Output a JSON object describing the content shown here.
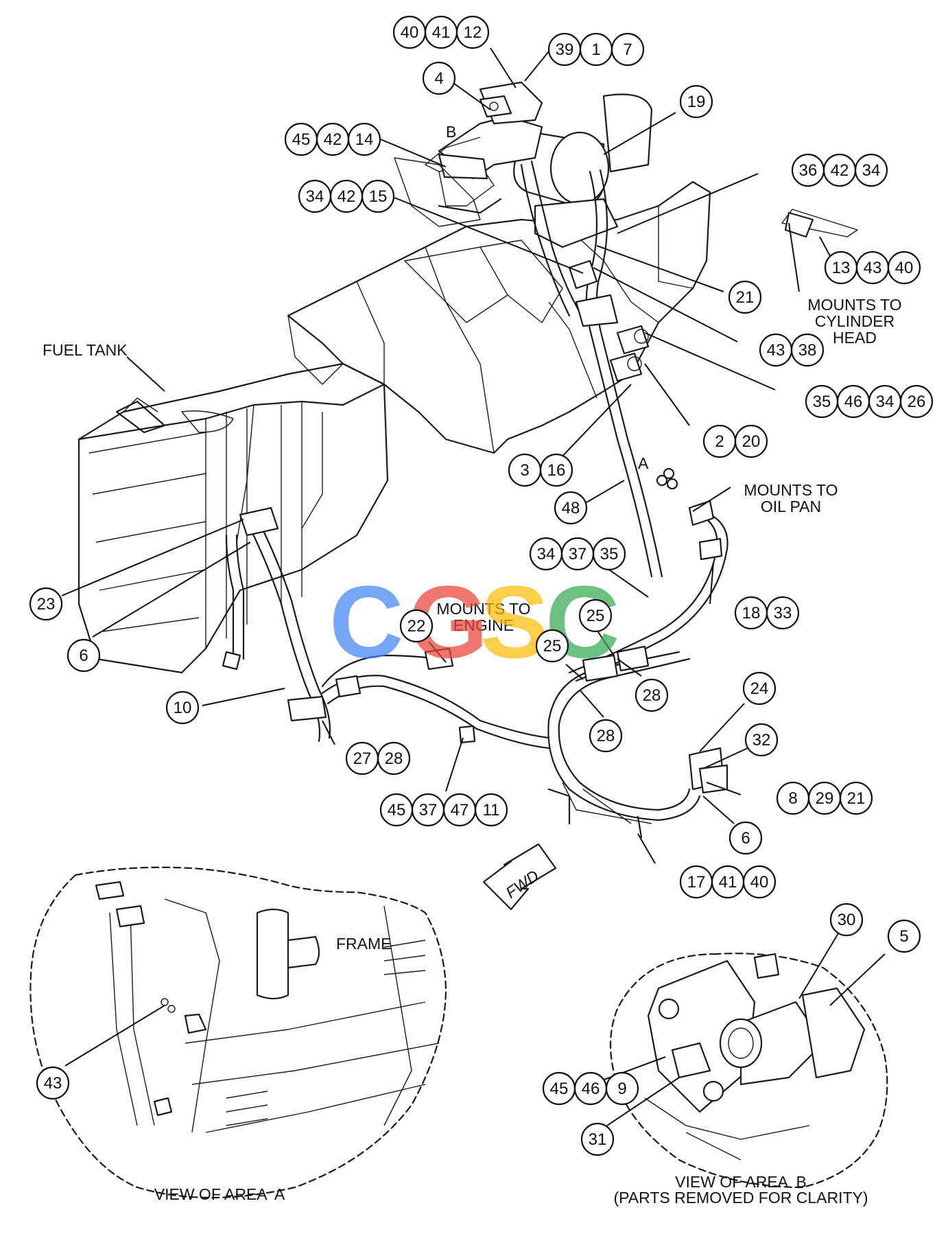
{
  "labels": {
    "fuel_tank": "FUEL TANK",
    "mounts_cylinder_head_1": "MOUNTS TO",
    "mounts_cylinder_head_2": "CYLINDER",
    "mounts_cylinder_head_3": "HEAD",
    "mounts_oil_pan_1": "MOUNTS TO",
    "mounts_oil_pan_2": "OIL PAN",
    "mounts_engine_1": "MOUNTS TO",
    "mounts_engine_2": "ENGINE",
    "frame": "FRAME",
    "fwd": "FWD",
    "area_a_marker": "A",
    "area_b_marker": "B",
    "view_area_a": "VIEW OF AREA  A",
    "view_area_b_1": "VIEW OF AREA  B",
    "view_area_b_2": "(PARTS REMOVED FOR CLARITY)"
  },
  "watermark": {
    "letters": [
      "C",
      "G",
      "S",
      "C"
    ],
    "colors": [
      "#4285F4",
      "#EA4335",
      "#FBBC05",
      "#34A853"
    ]
  },
  "callouts": [
    {
      "group": "g-40-41-12",
      "numbers": [
        "40",
        "41",
        "12"
      ]
    },
    {
      "group": "g-39-1-7",
      "numbers": [
        "39",
        "1",
        "7"
      ]
    },
    {
      "group": "g-4",
      "numbers": [
        "4"
      ]
    },
    {
      "group": "g-19",
      "numbers": [
        "19"
      ]
    },
    {
      "group": "g-45-42-14",
      "numbers": [
        "45",
        "42",
        "14"
      ]
    },
    {
      "group": "g-36-42-34",
      "numbers": [
        "36",
        "42",
        "34"
      ]
    },
    {
      "group": "g-34-42-15",
      "numbers": [
        "34",
        "42",
        "15"
      ]
    },
    {
      "group": "g-13-43-40",
      "numbers": [
        "13",
        "43",
        "40"
      ]
    },
    {
      "group": "g-21-top",
      "numbers": [
        "21"
      ]
    },
    {
      "group": "g-43-38",
      "numbers": [
        "43",
        "38"
      ]
    },
    {
      "group": "g-35-46-34-26",
      "numbers": [
        "35",
        "46",
        "34",
        "26"
      ]
    },
    {
      "group": "g-2-20",
      "numbers": [
        "2",
        "20"
      ]
    },
    {
      "group": "g-3-16",
      "numbers": [
        "3",
        "16"
      ]
    },
    {
      "group": "g-48",
      "numbers": [
        "48"
      ]
    },
    {
      "group": "g-34-37-35",
      "numbers": [
        "34",
        "37",
        "35"
      ]
    },
    {
      "group": "g-18-33",
      "numbers": [
        "18",
        "33"
      ]
    },
    {
      "group": "g-23",
      "numbers": [
        "23"
      ]
    },
    {
      "group": "g-6-left",
      "numbers": [
        "6"
      ]
    },
    {
      "group": "g-22",
      "numbers": [
        "22"
      ]
    },
    {
      "group": "g-25-upper",
      "numbers": [
        "25"
      ]
    },
    {
      "group": "g-25-lower",
      "numbers": [
        "25"
      ]
    },
    {
      "group": "g-28-right",
      "numbers": [
        "28"
      ]
    },
    {
      "group": "g-28-lower",
      "numbers": [
        "28"
      ]
    },
    {
      "group": "g-10",
      "numbers": [
        "10"
      ]
    },
    {
      "group": "g-27-28",
      "numbers": [
        "27",
        "28"
      ]
    },
    {
      "group": "g-24",
      "numbers": [
        "24"
      ]
    },
    {
      "group": "g-32",
      "numbers": [
        "32"
      ]
    },
    {
      "group": "g-8-29-21",
      "numbers": [
        "8",
        "29",
        "21"
      ]
    },
    {
      "group": "g-6-right",
      "numbers": [
        "6"
      ]
    },
    {
      "group": "g-45-37-47-11",
      "numbers": [
        "45",
        "37",
        "47",
        "11"
      ]
    },
    {
      "group": "g-17-41-40",
      "numbers": [
        "17",
        "41",
        "40"
      ]
    },
    {
      "group": "g-30",
      "numbers": [
        "30"
      ]
    },
    {
      "group": "g-5",
      "numbers": [
        "5"
      ]
    },
    {
      "group": "g-43-area-a",
      "numbers": [
        "43"
      ]
    },
    {
      "group": "g-45-46-9",
      "numbers": [
        "45",
        "46",
        "9"
      ]
    },
    {
      "group": "g-31",
      "numbers": [
        "31"
      ]
    }
  ]
}
